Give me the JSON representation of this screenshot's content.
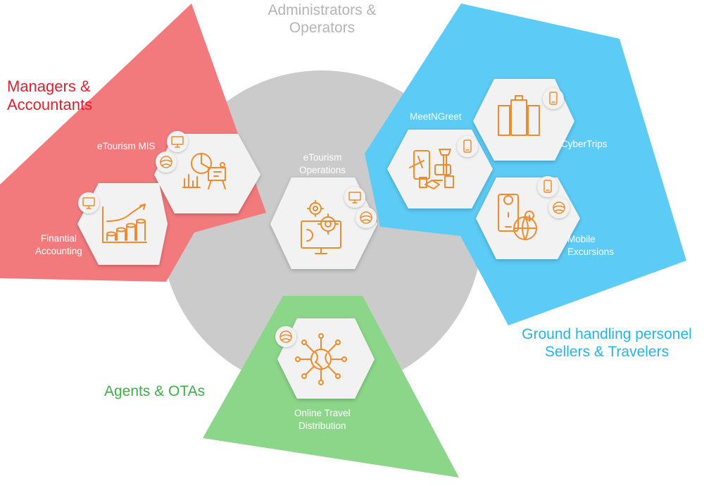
{
  "groups": {
    "administrators": "Administrators &\nOperators",
    "managers": "Managers &\nAccountants",
    "ground": "Ground handling personel\nSellers & Travelers",
    "agents": "Agents & OTAs"
  },
  "modules": {
    "etourism_mis": "eTourism MIS",
    "finantial_accounting": "Finantial\nAccounting",
    "etourism_operations": "eTourism\nOperations",
    "meetngreet": "MeetNGreet",
    "cybertrips": "CyberTrips",
    "mobile_excursions": "Mobile\nExcursions",
    "online_travel_distribution": "Online Travel\nDistribution"
  },
  "colors": {
    "managers": "#f27a7d",
    "ground": "#5ccbf5",
    "agents": "#8cd68a",
    "admin_circle": "#cbcbcb",
    "hexagon": "#f2f2f2",
    "icon": "#f08a2a",
    "badge_icon": "#f08a2a"
  },
  "icons": {
    "etourism_mis": "analytics-presentation-icon",
    "finantial_accounting": "growth-coins-chart-icon",
    "etourism_operations": "gears-monitor-icon",
    "meetngreet": "airport-handshake-icon",
    "cybertrips": "luggage-icon",
    "mobile_excursions": "mobile-map-globe-icon",
    "online_travel_distribution": "globe-network-icon",
    "badges": [
      "desktop-icon",
      "web-globe-icon",
      "mobile-phone-icon"
    ]
  }
}
